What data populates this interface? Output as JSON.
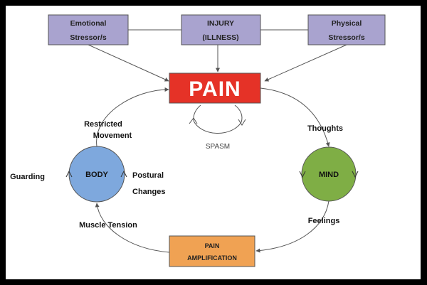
{
  "colors": {
    "stressor_fill": "#a9a3cf",
    "pain_fill": "#e53227",
    "body_fill": "#7ea8dd",
    "mind_fill": "#7fae45",
    "amplification_fill": "#f0a253",
    "line": "#555555"
  },
  "stressors": {
    "emotional": [
      "Emotional",
      "Stressor/s"
    ],
    "injury": [
      "INJURY",
      "(ILLNESS)"
    ],
    "physical": [
      "Physical",
      "Stressor/s"
    ]
  },
  "pain": {
    "label": "PAIN",
    "spasm": "SPASM"
  },
  "body": {
    "label": "BODY",
    "restricted_movement": [
      "Restricted",
      "Movement"
    ],
    "guarding": "Guarding",
    "postural_changes": [
      "Postural",
      "Changes"
    ],
    "muscle_tension": "Muscle Tension"
  },
  "mind": {
    "label": "MIND",
    "thoughts": "Thoughts",
    "feelings": "Feelings"
  },
  "amplification": {
    "label": [
      "PAIN",
      "AMPLIFICATION"
    ]
  }
}
